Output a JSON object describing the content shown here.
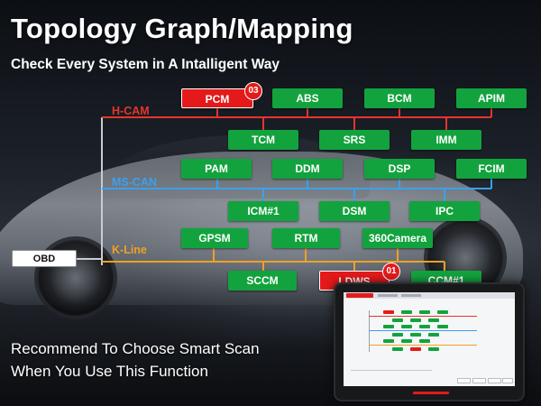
{
  "header": {
    "title": "Topology Graph/Mapping",
    "subtitle": "Check Every System in A Intalligent Way"
  },
  "colors": {
    "node_green": "#13a33e",
    "node_active_red": "#e41a1a",
    "hcam_line": "#e8342c",
    "mscan_line": "#3aa0f0",
    "kline_line": "#f0a024",
    "obd_line": "#c8ccd2"
  },
  "buses": {
    "hcam": "H-CAM",
    "mscan": "MS-CAN",
    "kline": "K-Line",
    "obd": "OBD"
  },
  "nodes": {
    "pcm": "PCM",
    "abs": "ABS",
    "bcm": "BCM",
    "apim": "APIM",
    "tcm": "TCM",
    "srs": "SRS",
    "imm": "IMM",
    "pam": "PAM",
    "ddm": "DDM",
    "dsp": "DSP",
    "fcim": "FCIM",
    "icm1": "ICM#1",
    "dsm": "DSM",
    "ipc": "IPC",
    "gpsm": "GPSM",
    "rtm": "RTM",
    "camera360": "360Camera",
    "sccm": "SCCM",
    "ldws": "LDWS",
    "ccm1": "CCM#1"
  },
  "badges": {
    "pcm": "03",
    "ldws": "01"
  },
  "footer": {
    "line1": "Recommend To Choose Smart Scan",
    "line2": "When You Use This Function"
  },
  "device": {
    "brand_icon": "device-brand-logo"
  }
}
